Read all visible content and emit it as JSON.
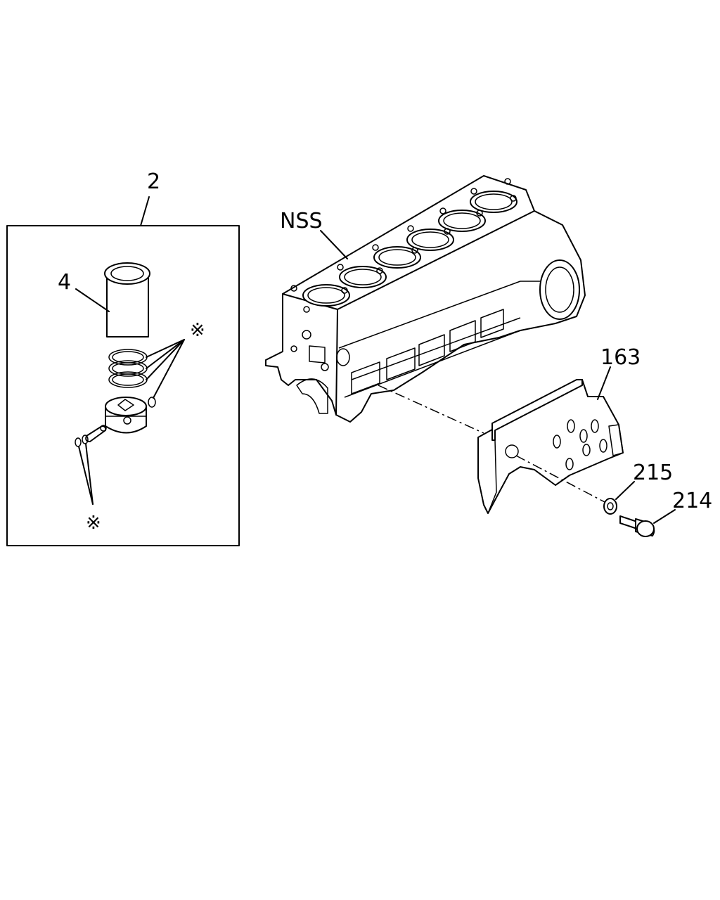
{
  "diagram": {
    "callouts": {
      "assembly": "2",
      "liner": "4",
      "block": "NSS",
      "stiffener": "163",
      "washer": "215",
      "bolt": "214"
    },
    "marks": {
      "rings_mark": "※",
      "snap_ring_mark": "※"
    }
  }
}
